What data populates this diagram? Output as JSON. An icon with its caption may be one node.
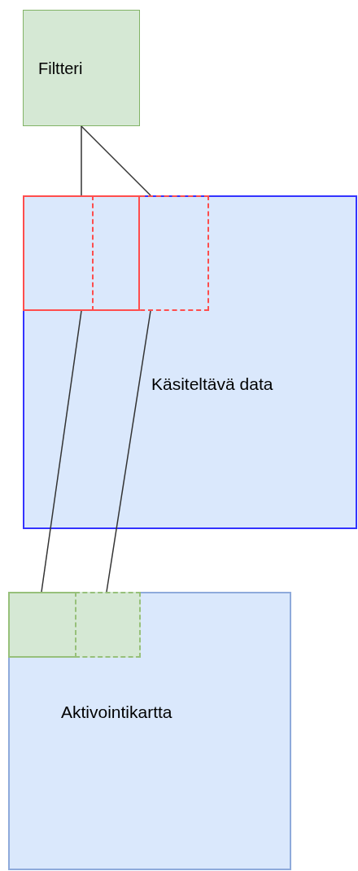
{
  "diagram": {
    "nodes": [
      {
        "text": [
          "Filtteri"
        ]
      },
      {
        "text": [
          "Käsiteltävä data"
        ]
      },
      {
        "text": [],
        "shape": "box",
        "in": 1
      },
      {
        "text": [],
        "shape": "box",
        "in": 1
      },
      {
        "text": [
          "Aktivointikartta"
        ]
      },
      {
        "text": [],
        "shape": "box",
        "in": 4
      },
      {
        "text": [],
        "shape": "box",
        "in": 4
      }
    ],
    "edges": [
      {
        "from": 0,
        "to": 2,
        "arrow": "none"
      },
      {
        "from": 0,
        "to": 3,
        "arrow": "none"
      },
      {
        "from": 2,
        "to": 5,
        "arrow": "none"
      },
      {
        "from": 3,
        "to": 6,
        "arrow": "none"
      }
    ]
  }
}
